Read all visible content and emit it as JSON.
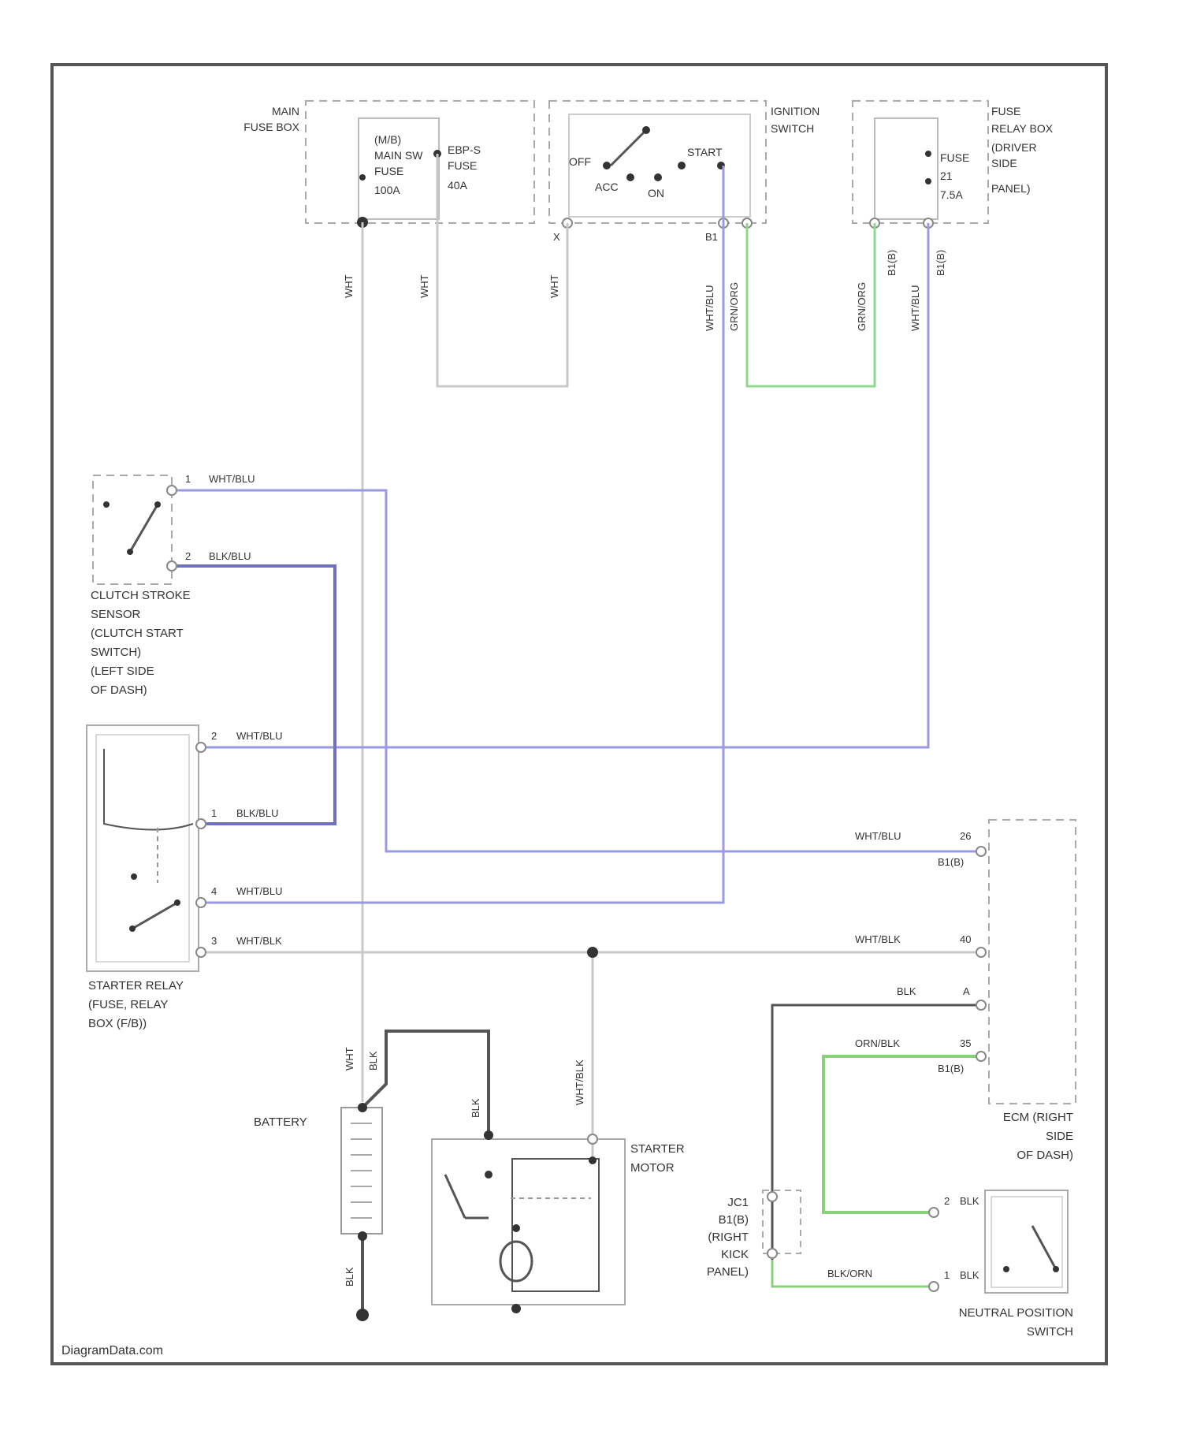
{
  "colors": {
    "frame": "#555555",
    "wire_white": "#c8c8c8",
    "wire_blue": "#9a9ae0",
    "wire_green": "#90d890",
    "wire_black": "#555555",
    "green_bright": "#88d07a",
    "dashed": "#aaaaaa",
    "text": "#333333"
  },
  "components": {
    "main_fuse_box": [
      "MAIN",
      "FUSE BOX"
    ],
    "main_fuse": [
      "(M/B)",
      "MAIN SW",
      "FUSE",
      "100A"
    ],
    "ebp_fuse": [
      "EBP-S",
      "FUSE",
      "40A"
    ],
    "ignition_switch": [
      "IGNITION",
      "SWITCH"
    ],
    "ign_positions": {
      "off": "OFF",
      "acc": "ACC",
      "on": "ON",
      "start": "START"
    },
    "fuse_relay_box": [
      "FUSE",
      "RELAY BOX",
      "(DRIVER",
      "SIDE",
      "PANEL)"
    ],
    "fuse_21": [
      "FUSE",
      "21",
      "7.5A"
    ],
    "clutch_sensor": [
      "CLUTCH STROKE",
      "SENSOR",
      "(CLUTCH START",
      "SWITCH)",
      "(LEFT SIDE",
      "OF DASH)"
    ],
    "starter_relay": [
      "STARTER RELAY",
      "(FUSE, RELAY",
      "BOX (F/B))"
    ],
    "battery": "BATTERY",
    "starter_motor": [
      "STARTER",
      "MOTOR"
    ],
    "ecm": [
      "ECM (RIGHT",
      "SIDE",
      "OF DASH)"
    ],
    "joint_connector": [
      "JC1",
      "B1(B)",
      "(RIGHT",
      "KICK",
      "PANEL)"
    ],
    "neutral_switch": [
      "NEUTRAL POSITION",
      "SWITCH"
    ]
  },
  "wires": {
    "wht_a": "WHT",
    "wht_b": "WHT",
    "wht_c": "WHT",
    "ign_wht_blu": "WHT/BLU",
    "ign_grn_org": "GRN/ORG",
    "relay_grn_org": "GRN/ORG",
    "relay_wht_blu": "WHT/BLU",
    "clutch_1": "WHT/BLU",
    "clutch_2": "BLK/BLU",
    "relay_2": "WHT/BLU",
    "relay_1": "BLK/BLU",
    "relay_4": "WHT/BLU",
    "relay_3": "WHT/BLK",
    "ecm_26": "WHT/BLU",
    "ecm_40": "WHT/BLK",
    "ecm_a": "BLK",
    "ecm_35": "ORN/BLK",
    "bat_wht": "WHT",
    "bat_blk": "BLK",
    "bat_ground": "BLK",
    "motor_blk": "BLK",
    "motor_wht_blk": "WHT/BLK",
    "neutral_2": "BLK",
    "neutral_1": "BLK",
    "jc_blk_org": "BLK/ORN"
  },
  "pins": {
    "clutch_1": "1",
    "clutch_2": "2",
    "relay_2": "2",
    "relay_1": "1",
    "relay_4": "4",
    "relay_3": "3",
    "ecm_26": "26",
    "ecm_40": "40",
    "ecm_a": "A",
    "ecm_35": "35",
    "ecm_b1": "B1(B)",
    "ecm_b2": "B1(B)",
    "ign_x": "X",
    "ign_b": "B1",
    "neutral_2": "2",
    "neutral_1": "1",
    "fuse_b1": "B1(B)",
    "fuse_b2": "B1(B)"
  },
  "watermark": "DiagramData.com"
}
